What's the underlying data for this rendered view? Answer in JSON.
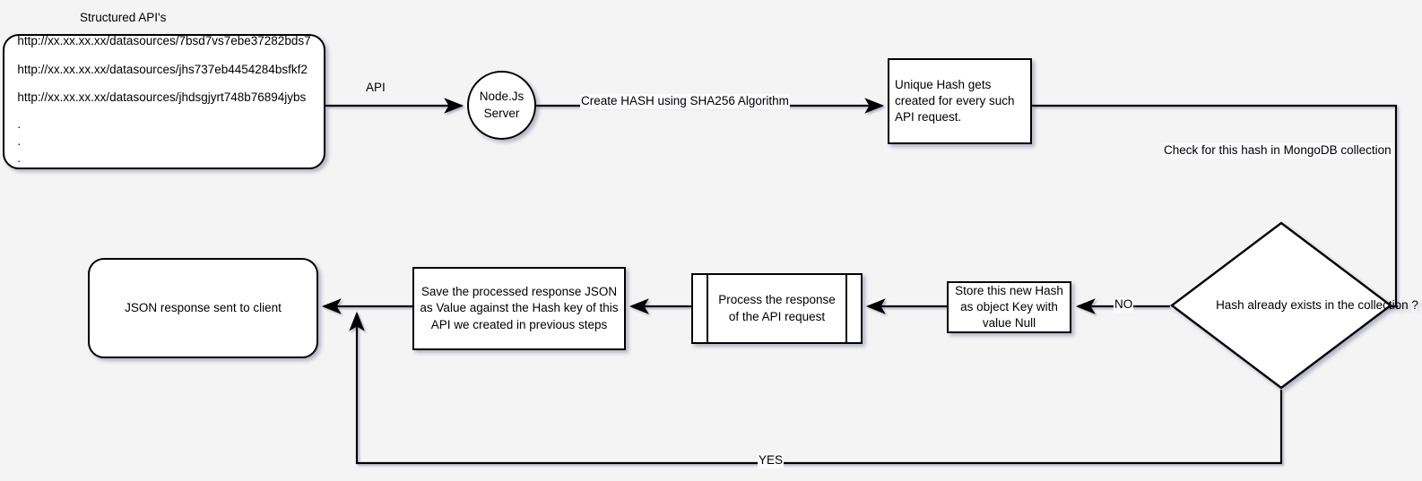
{
  "diagram": {
    "title_caption": "Structured API's",
    "background_color": "#f4f4f4",
    "stroke_color": "#000000",
    "node_fill": "#ffffff"
  },
  "nodes": {
    "api_source": {
      "urls": [
        "http://xx.xx.xx.xx/datasources/7bsd7vs7ebe37282bds7",
        "http://xx.xx.xx.xx/datasources/jhs737eb4454284bsfkf2",
        "http://xx.xx.xx.xx/datasources/jhdsgjyrt748b76894jybs"
      ],
      "ellipsis": [
        ".",
        ".",
        "."
      ]
    },
    "node_server": "Node.Js\nServer",
    "node_server_line1": "Node.Js",
    "node_server_line2": "Server",
    "unique_hash": "Unique Hash gets created for every such API request.",
    "decision": "Hash already exists in the collection ?",
    "store_hash": "Store this new Hash as object Key with value Null",
    "process_response": "Process the response of the API request",
    "save_response": "Save the processed  response JSON as Value against the Hash key of this API we created in previous steps",
    "json_response": "JSON response sent to client"
  },
  "edge_labels": {
    "api": "API",
    "create_hash": "Create HASH using SHA256 Algorithm",
    "check_hash": "Check for this hash in MongoDB collection",
    "no": "NO",
    "yes": "YES"
  }
}
